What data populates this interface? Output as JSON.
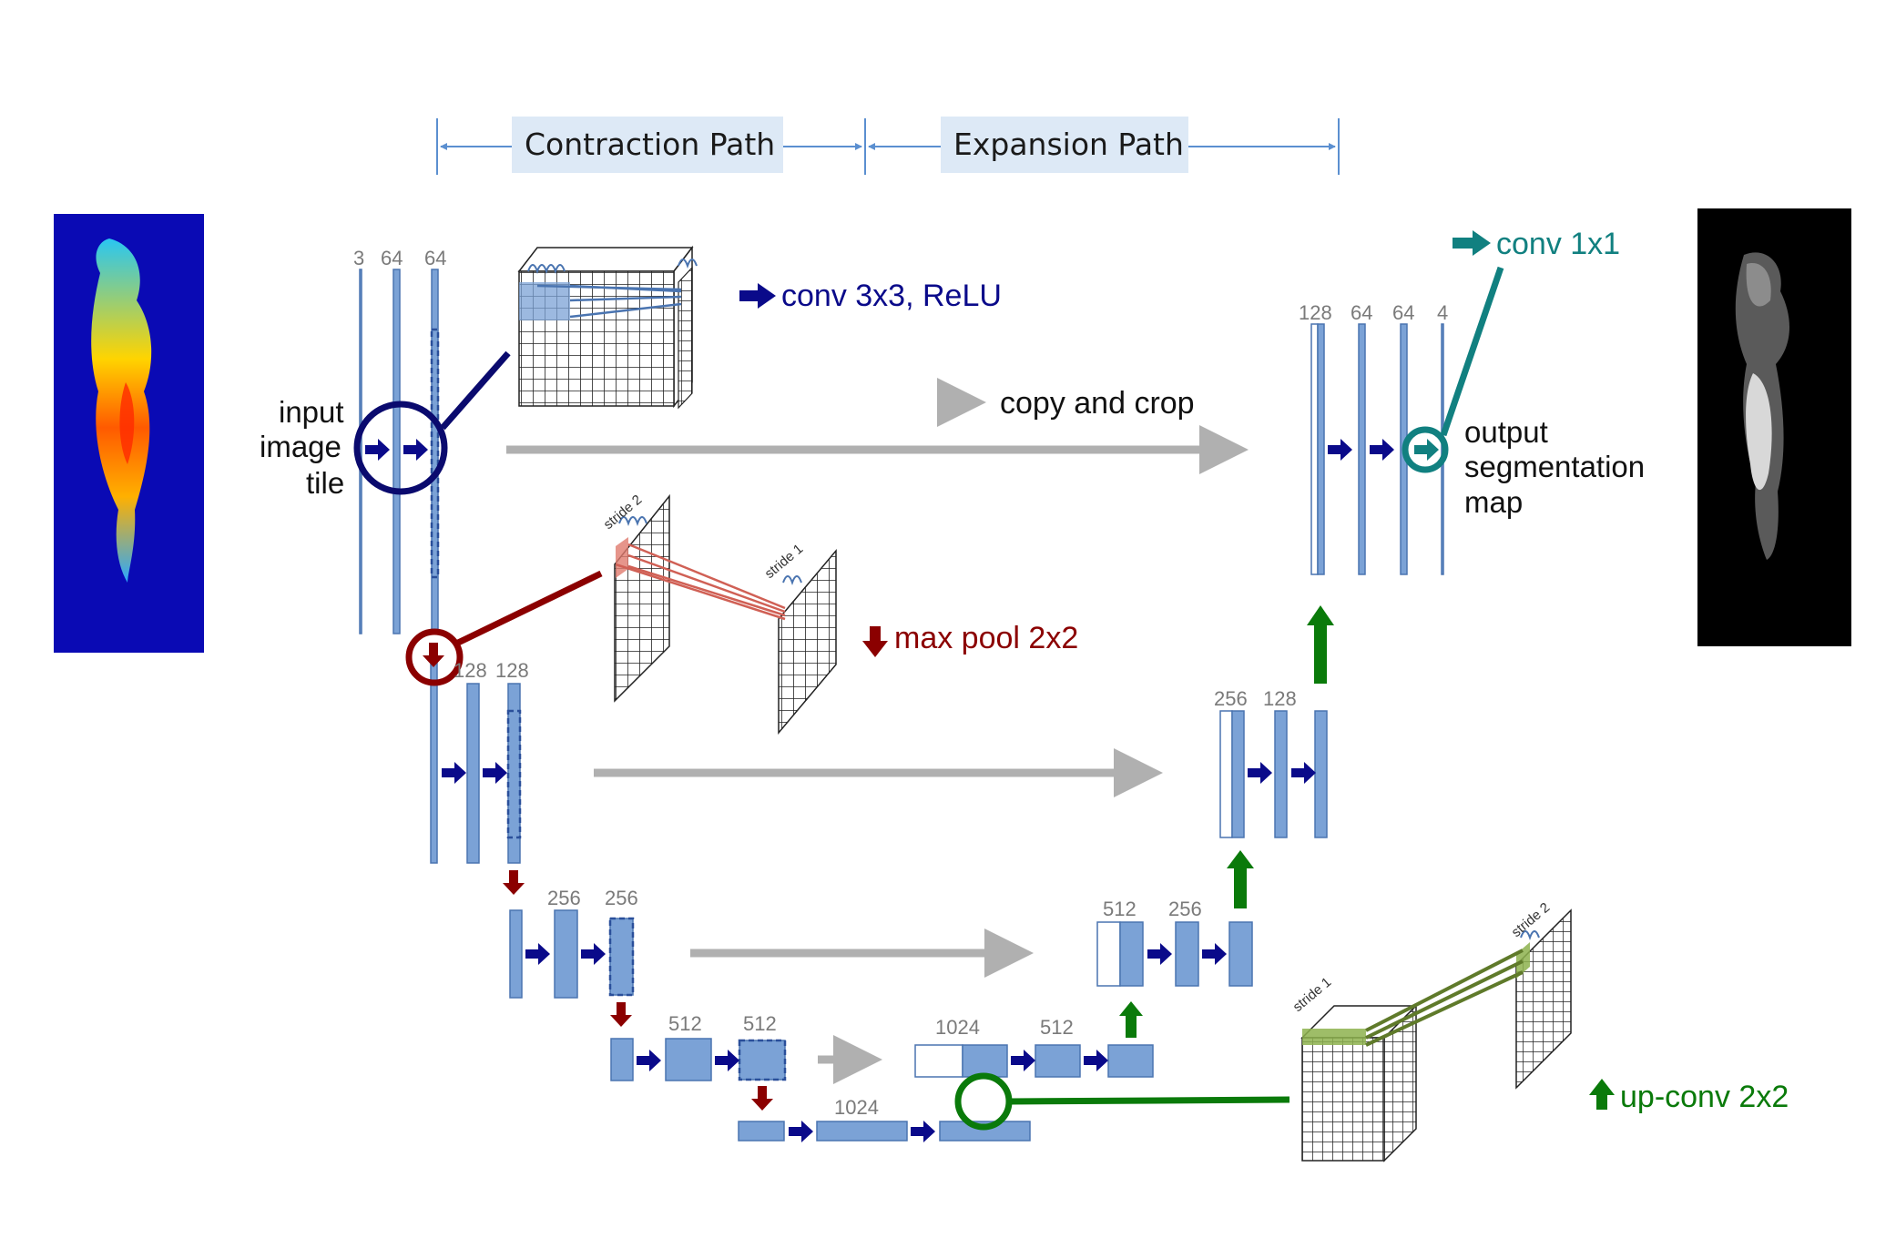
{
  "header": {
    "contraction_label": "Contraction Path",
    "expansion_label": "Expansion Path"
  },
  "labels": {
    "input": [
      "input",
      "image",
      "tile"
    ],
    "output": [
      "output",
      "segmentation",
      "map"
    ]
  },
  "legend": {
    "conv": "conv 3x3, ReLU",
    "copy": "copy and crop",
    "pool": "max pool 2x2",
    "upconv": "up-conv 2x2",
    "conv1x1": "conv 1x1"
  },
  "channels": {
    "l1": [
      "3",
      "64",
      "64"
    ],
    "l2": [
      "128",
      "128"
    ],
    "l3": [
      "256",
      "256"
    ],
    "l4": [
      "512",
      "512"
    ],
    "l5": [
      "1024"
    ],
    "u4": [
      "1024",
      "512"
    ],
    "u3": [
      "512",
      "256"
    ],
    "u2": [
      "256",
      "128"
    ],
    "u1": [
      "128",
      "64",
      "64",
      "4"
    ]
  },
  "kernel_labels": {
    "stride2": "stride 2",
    "stride1": "stride 1"
  },
  "colors": {
    "block": "#7ba2d6",
    "block_stroke": "#4a74b0",
    "conv_arrow": "#0a0a8a",
    "pool": "#8b0000",
    "upconv": "#0a7a0a",
    "copy": "#b0b0b0",
    "conv1x1": "#118080",
    "header_bg": "#dde9f6"
  }
}
